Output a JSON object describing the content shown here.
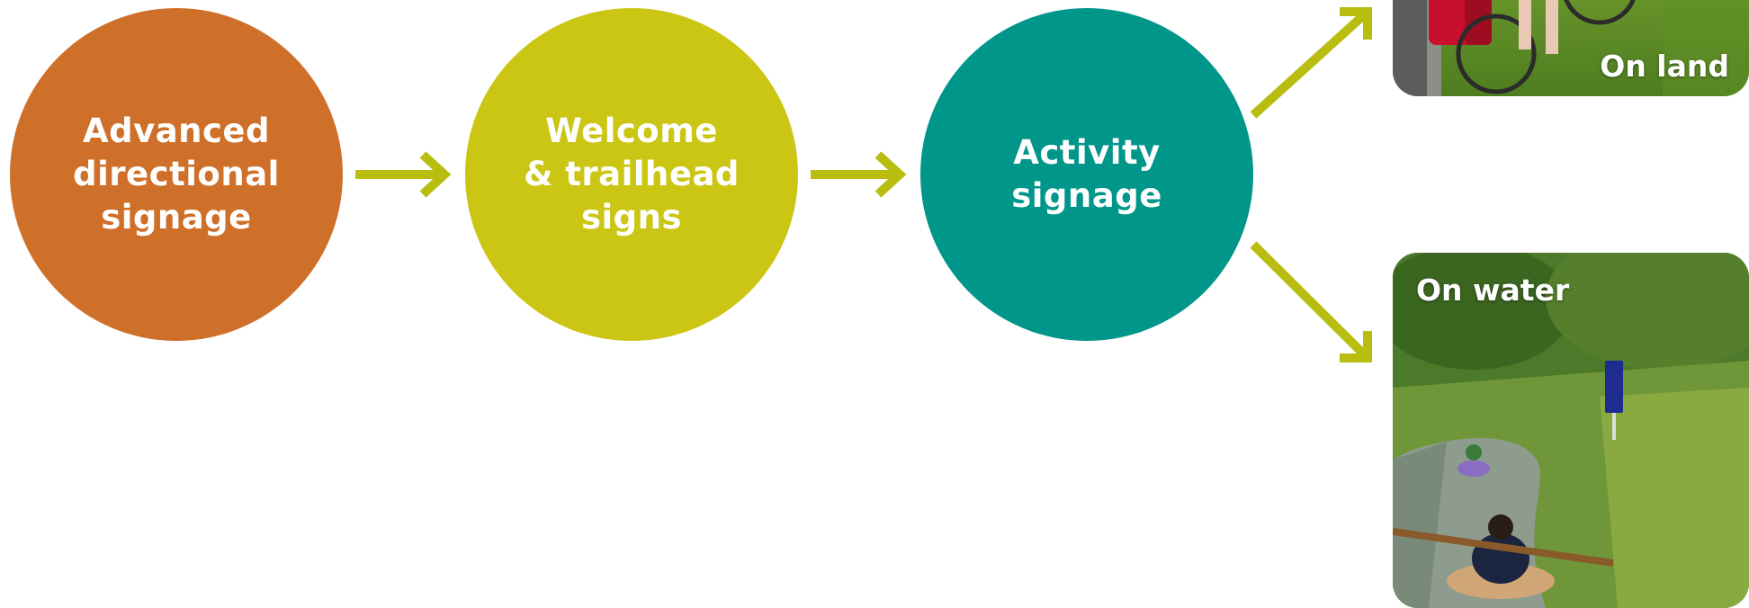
{
  "steps": [
    {
      "label": "Advanced\ndirectional\nsignage",
      "color": "#cf702a"
    },
    {
      "label": "Welcome\n& trailhead\nsigns",
      "color": "#cbc514"
    },
    {
      "label": "Activity\nsignage",
      "color": "#00968a"
    }
  ],
  "arrow_color": "#b8bd10",
  "branches": [
    {
      "label": "On land",
      "photo": "cyclists with bicycles on grass"
    },
    {
      "label": "On water",
      "photo": "kayakers on a river with blue sign"
    }
  ]
}
